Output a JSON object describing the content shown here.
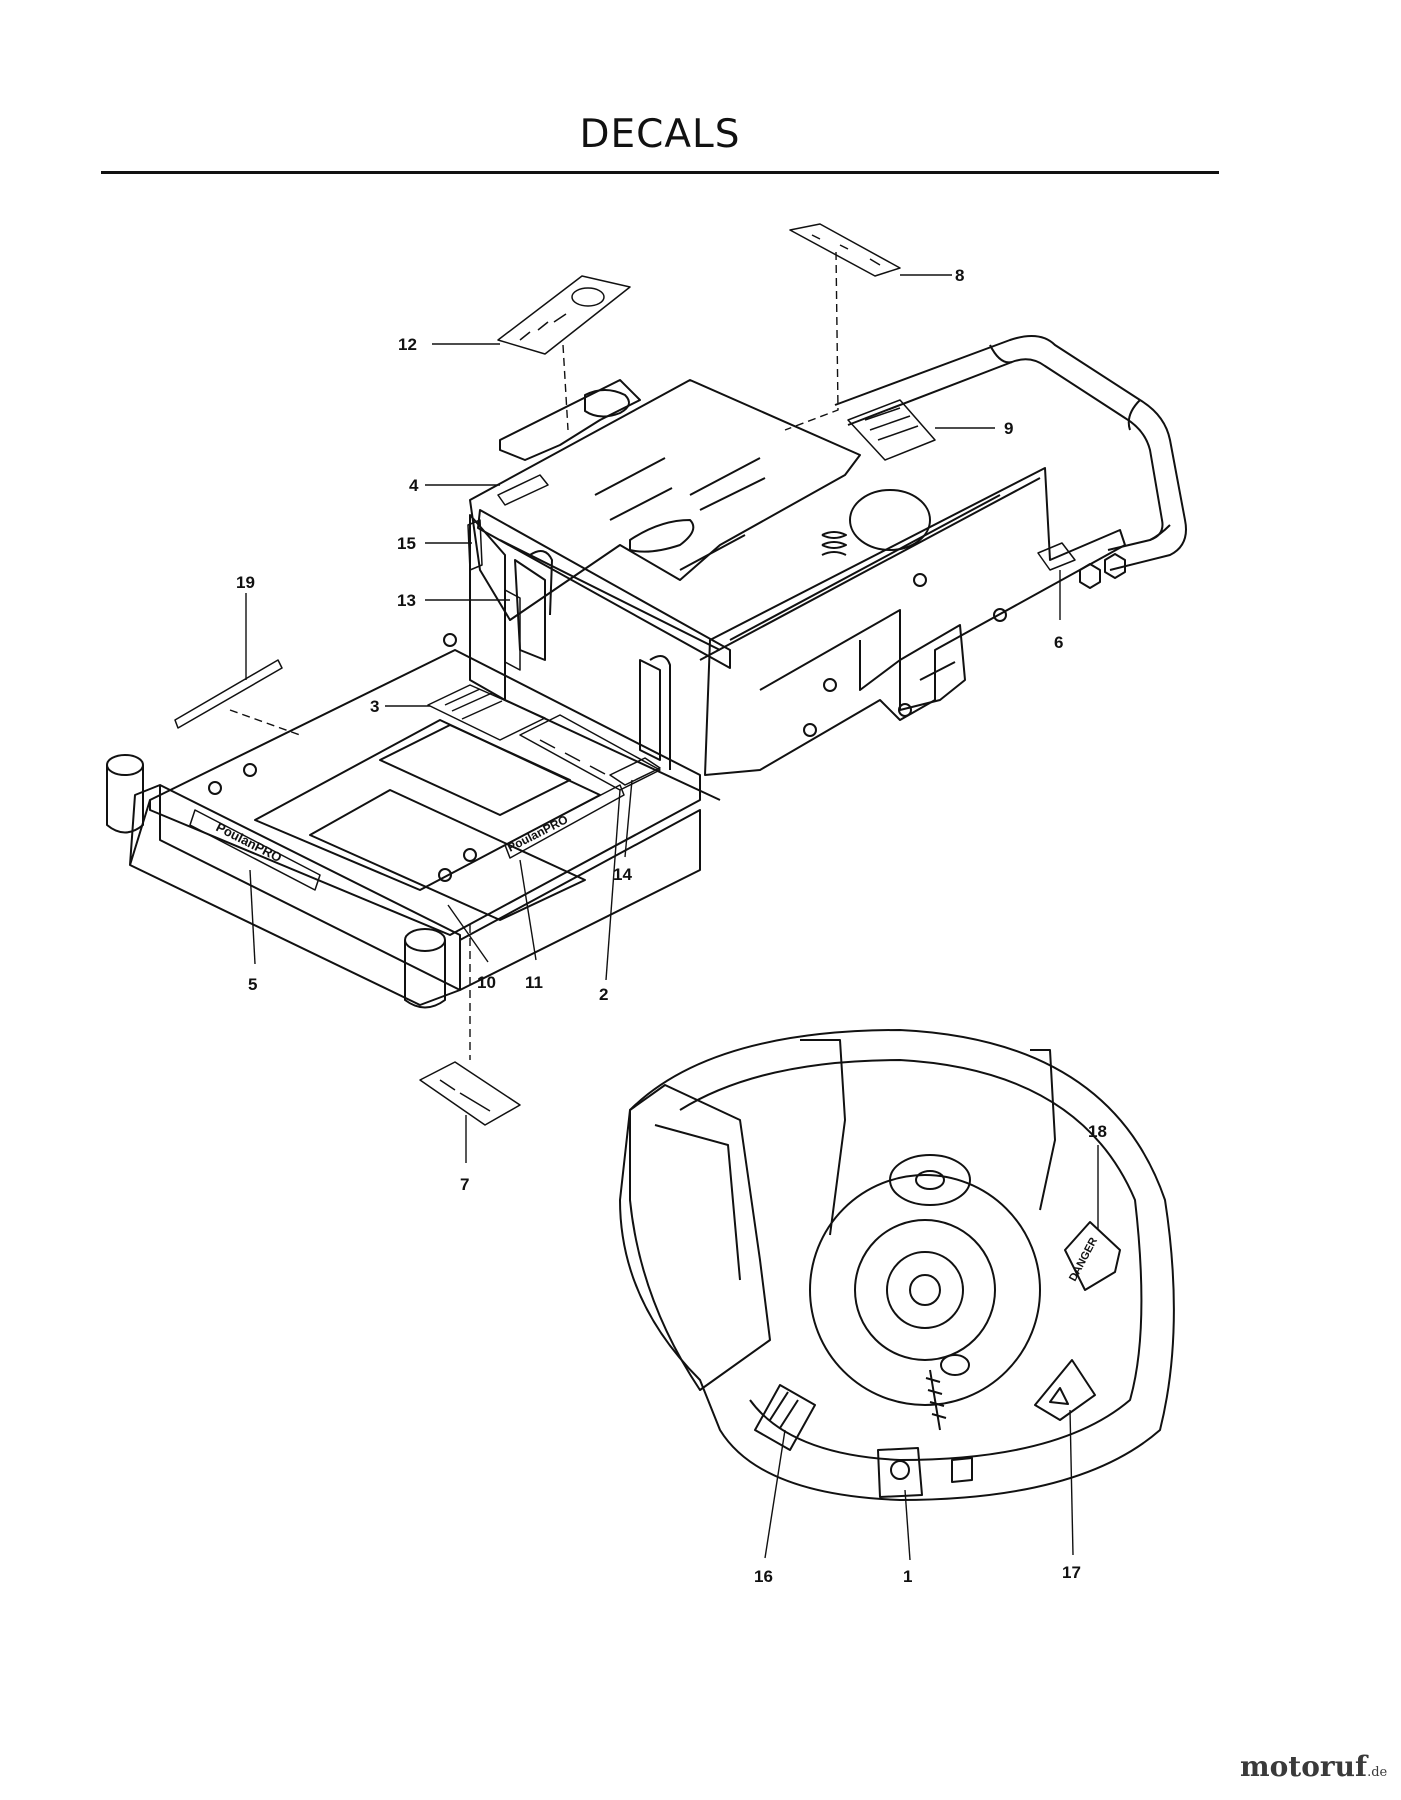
{
  "title": "DECALS",
  "brand": {
    "name": "motoruf",
    "tld": ".de"
  },
  "callouts": [
    {
      "id": "1",
      "label": "1"
    },
    {
      "id": "2",
      "label": "2"
    },
    {
      "id": "3",
      "label": "3"
    },
    {
      "id": "4",
      "label": "4"
    },
    {
      "id": "5",
      "label": "5"
    },
    {
      "id": "6",
      "label": "6"
    },
    {
      "id": "7",
      "label": "7"
    },
    {
      "id": "8",
      "label": "8"
    },
    {
      "id": "9",
      "label": "9"
    },
    {
      "id": "10",
      "label": "10"
    },
    {
      "id": "11",
      "label": "11"
    },
    {
      "id": "12",
      "label": "12"
    },
    {
      "id": "13",
      "label": "13"
    },
    {
      "id": "14",
      "label": "14"
    },
    {
      "id": "15",
      "label": "15"
    },
    {
      "id": "16",
      "label": "16"
    },
    {
      "id": "17",
      "label": "17"
    },
    {
      "id": "18",
      "label": "18"
    },
    {
      "id": "19",
      "label": "19"
    }
  ],
  "decal_text": {
    "brand_decal": "PoulanPRO",
    "danger_decal": "DANGER"
  }
}
